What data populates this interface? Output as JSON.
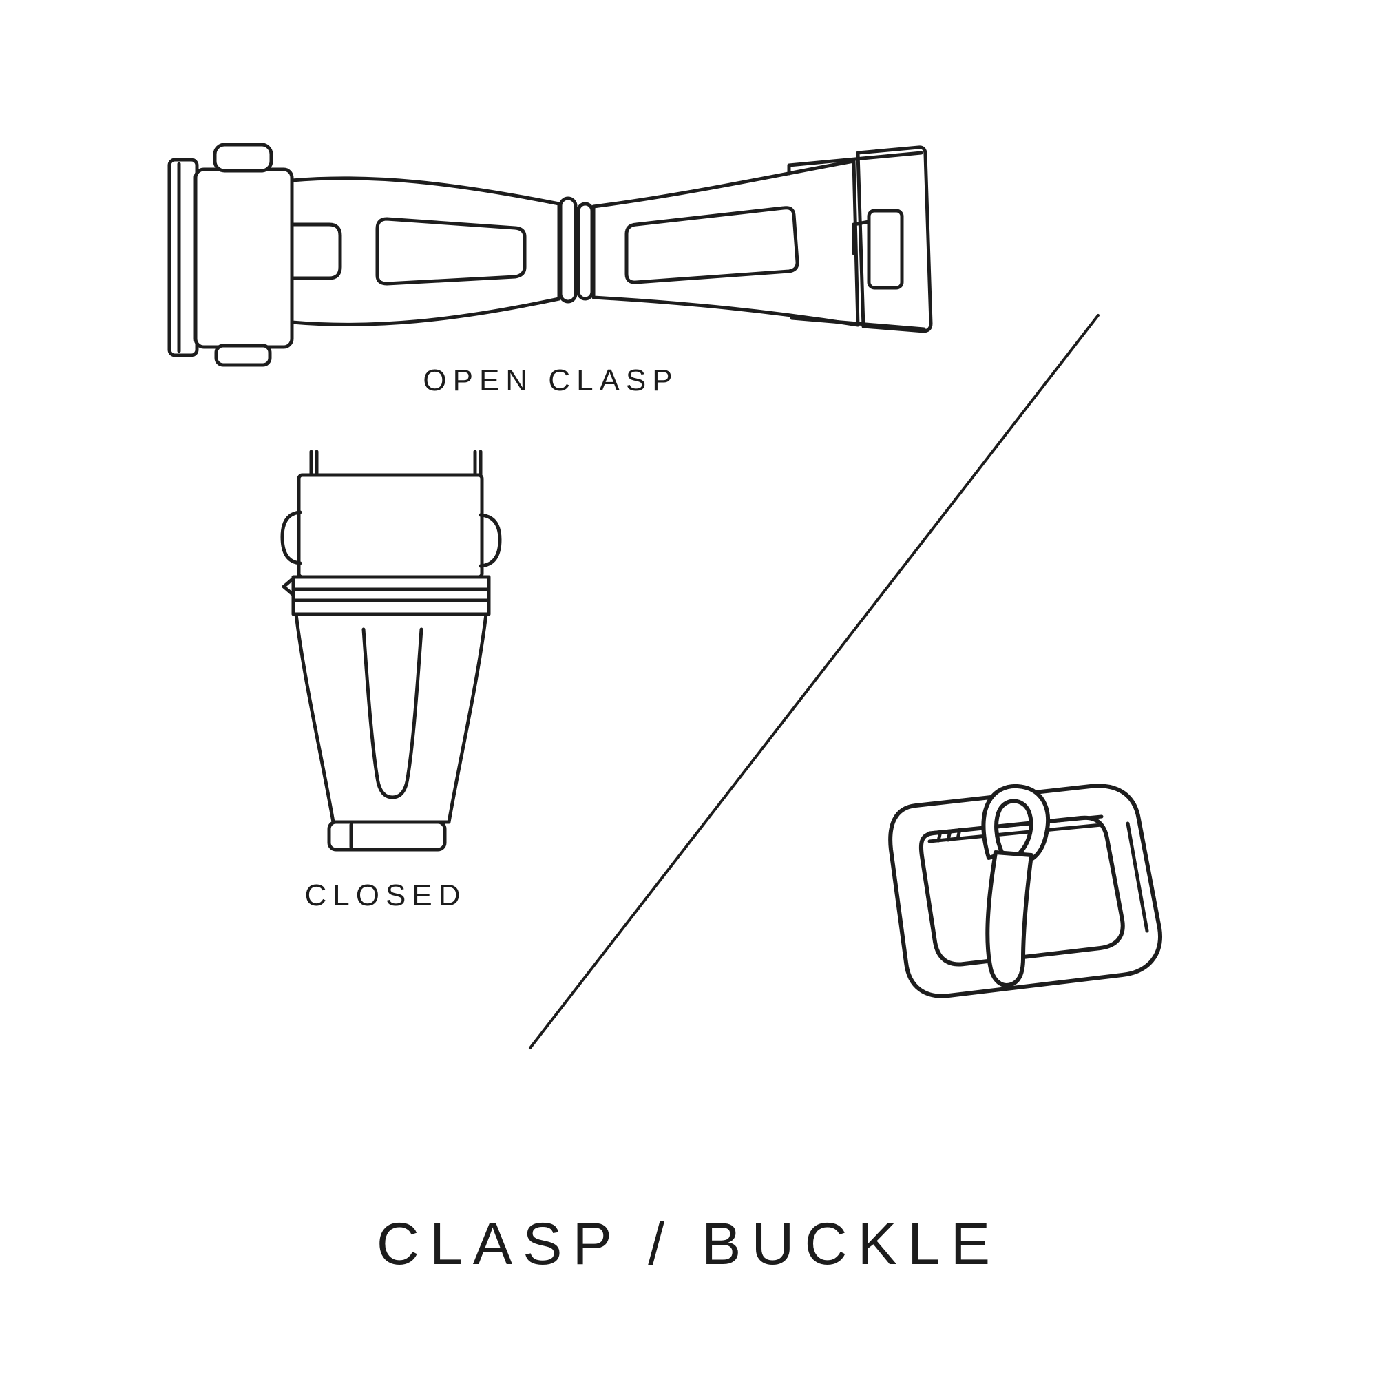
{
  "title": "CLASP / BUCKLE",
  "figures": {
    "open_clasp": {
      "icon": "open-clasp-illustration",
      "label": "OPEN CLASP"
    },
    "closed_clasp": {
      "icon": "closed-clasp-illustration",
      "label": "CLOSED"
    },
    "buckle": {
      "icon": "tang-buckle-illustration",
      "label": ""
    }
  },
  "divider": {
    "icon": "diagonal-divider-line"
  },
  "colors": {
    "background": "#ffffff",
    "line": "#1d1d1d",
    "text": "#1c1c1c"
  }
}
